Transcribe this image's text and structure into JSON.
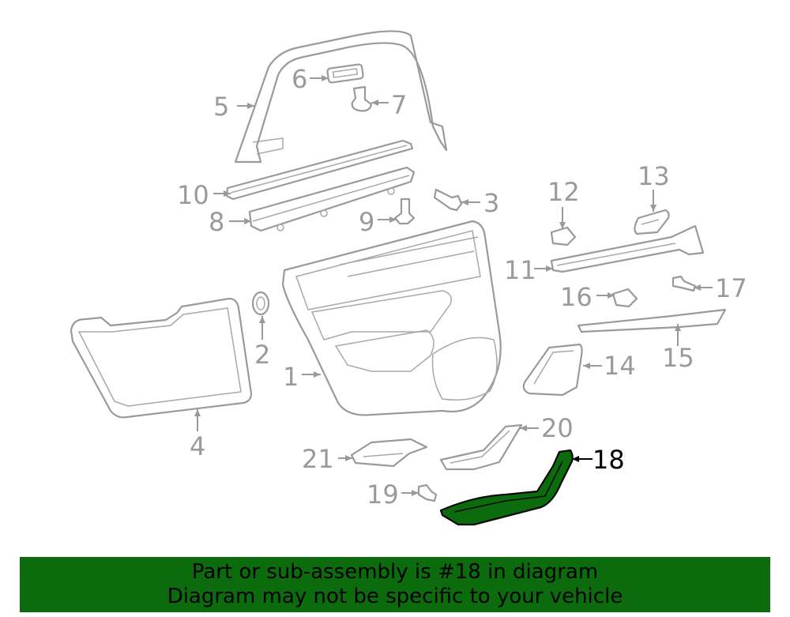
{
  "highlight_color": "#0c6b0c",
  "line_color": "#9a9a9a",
  "callouts": {
    "c1": "1",
    "c2": "2",
    "c3": "3",
    "c4": "4",
    "c5": "5",
    "c6": "6",
    "c7": "7",
    "c8": "8",
    "c9": "9",
    "c10": "10",
    "c11": "11",
    "c12": "12",
    "c13": "13",
    "c14": "14",
    "c15": "15",
    "c16": "16",
    "c17": "17",
    "c18": "18",
    "c19": "19",
    "c20": "20",
    "c21": "21"
  },
  "highlighted_part": "18",
  "banner": {
    "line1": "Part or sub-assembly is #18 in diagram",
    "line2": "Diagram may not be specific to your vehicle"
  }
}
